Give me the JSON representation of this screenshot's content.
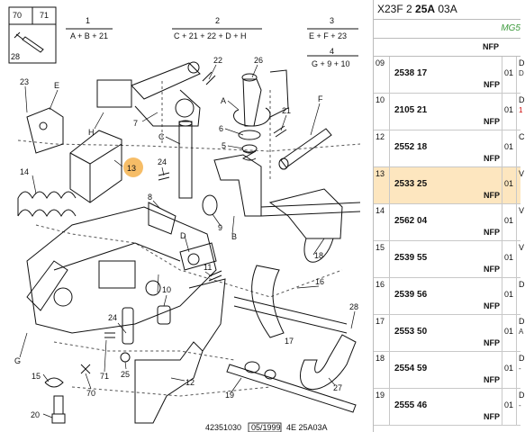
{
  "header": {
    "model_prefix": "X23F 2 ",
    "model_bold": "25A",
    "model_suffix": " 03A",
    "gearbox_code": "MG5",
    "nfp_header": "NFP"
  },
  "legend": {
    "top": [
      "1",
      "2",
      "3",
      "4"
    ],
    "top_formula": [
      "A + B + 21",
      "C + 21 + 22 + D + H",
      "E + F + 23",
      "G + 9 + 10"
    ],
    "corner": [
      "70",
      "71",
      "28"
    ]
  },
  "diagram_labels": {
    "n23a": "23",
    "E": "E",
    "H": "H",
    "n7": "7",
    "n22": "22",
    "n26": "26",
    "A": "A",
    "n21": "21",
    "F": "F",
    "n6": "6",
    "n5": "5",
    "C": "C",
    "n13": "13",
    "n24a": "24",
    "n14": "14",
    "n8": "8",
    "n9": "9",
    "D": "D",
    "B": "B",
    "n18": "18",
    "n11": "11",
    "n10": "10",
    "n24b": "24",
    "n16": "16",
    "n28": "28",
    "G": "G",
    "n25": "25",
    "n71": "71",
    "n15": "15",
    "n70": "70",
    "n12": "12",
    "n19": "19",
    "n27": "27",
    "n20": "20",
    "n17": "17"
  },
  "footer": {
    "ref": "42351030",
    "date": "05/1999",
    "code": "4E 25A03A"
  },
  "colors": {
    "callout": "#f4b24c",
    "selected_row": "#fde6bf",
    "gearbox_green": "#3c9a3c"
  },
  "parts": [
    {
      "pos": "09",
      "ref": "2538 17",
      "nfp": "NFP",
      "qty": "01",
      "desc": "D",
      "desc2": "D"
    },
    {
      "pos": "10",
      "ref": "2105 21",
      "nfp": "NFP",
      "qty": "01",
      "desc": "D",
      "desc2": "1"
    },
    {
      "pos": "12",
      "ref": "2552 18",
      "nfp": "NFP",
      "qty": "01",
      "desc": "C",
      "desc2": ""
    },
    {
      "pos": "13",
      "ref": "2533 25",
      "nfp": "NFP",
      "qty": "01",
      "desc": "V",
      "desc2": ""
    },
    {
      "pos": "14",
      "ref": "2562 04",
      "nfp": "NFP",
      "qty": "01",
      "desc": "V",
      "desc2": ""
    },
    {
      "pos": "15",
      "ref": "2539 55",
      "nfp": "NFP",
      "qty": "01",
      "desc": "V",
      "desc2": ""
    },
    {
      "pos": "16",
      "ref": "2539 56",
      "nfp": "NFP",
      "qty": "01",
      "desc": "D",
      "desc2": ""
    },
    {
      "pos": "17",
      "ref": "2553 50",
      "nfp": "NFP",
      "qty": "01",
      "desc": "D",
      "desc2": "A"
    },
    {
      "pos": "18",
      "ref": "2554 59",
      "nfp": "NFP",
      "qty": "01",
      "desc": "D",
      "desc2": "-"
    },
    {
      "pos": "19",
      "ref": "2555 46",
      "nfp": "NFP",
      "qty": "01",
      "desc": "D",
      "desc2": "-"
    }
  ]
}
